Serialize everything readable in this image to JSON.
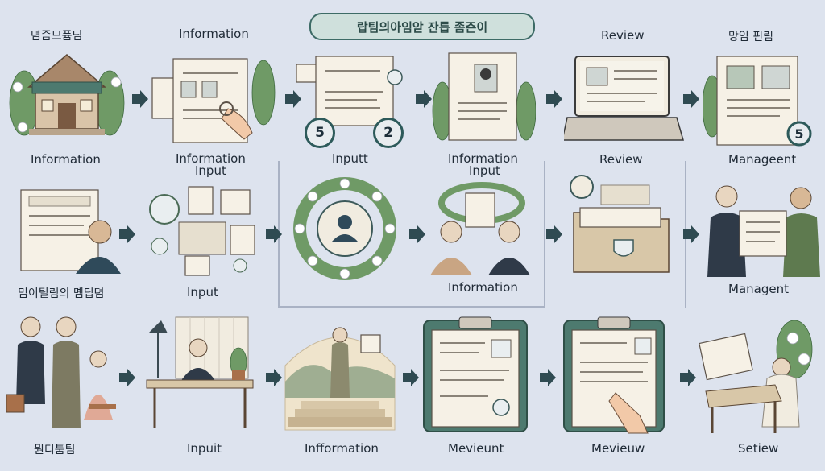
{
  "title": "랍팀의아임앋 잔릅 좀즌이",
  "labels": {
    "r1_top_1": "뎜즘므퓸딤",
    "r1_top_2": "Information",
    "r1_top_3": "Review",
    "r1_top_4": "망임 핀림",
    "r1_bot_1": "Information",
    "r1_bot_2a": "Information",
    "r1_bot_2b": "Input",
    "r1_bot_3": "Inputt",
    "r1_bot_4a": "Information",
    "r1_bot_4b": "Input",
    "r1_bot_5": "Review",
    "r1_bot_6": "Manageent",
    "r2_1": "밈이틸림의 몜딥뎜",
    "r2_2": "Input",
    "r2_4": "Information",
    "r2_6": "Managent",
    "r3_1": "뭔디툼팀",
    "r3_2": "Inpuit",
    "r3_3": "Infformation",
    "r3_4": "Mevieunt",
    "r3_5": "Mevieuw",
    "r3_6": "Setiew"
  },
  "badges": {
    "b1": "5",
    "b2": "2",
    "b3": "5"
  }
}
